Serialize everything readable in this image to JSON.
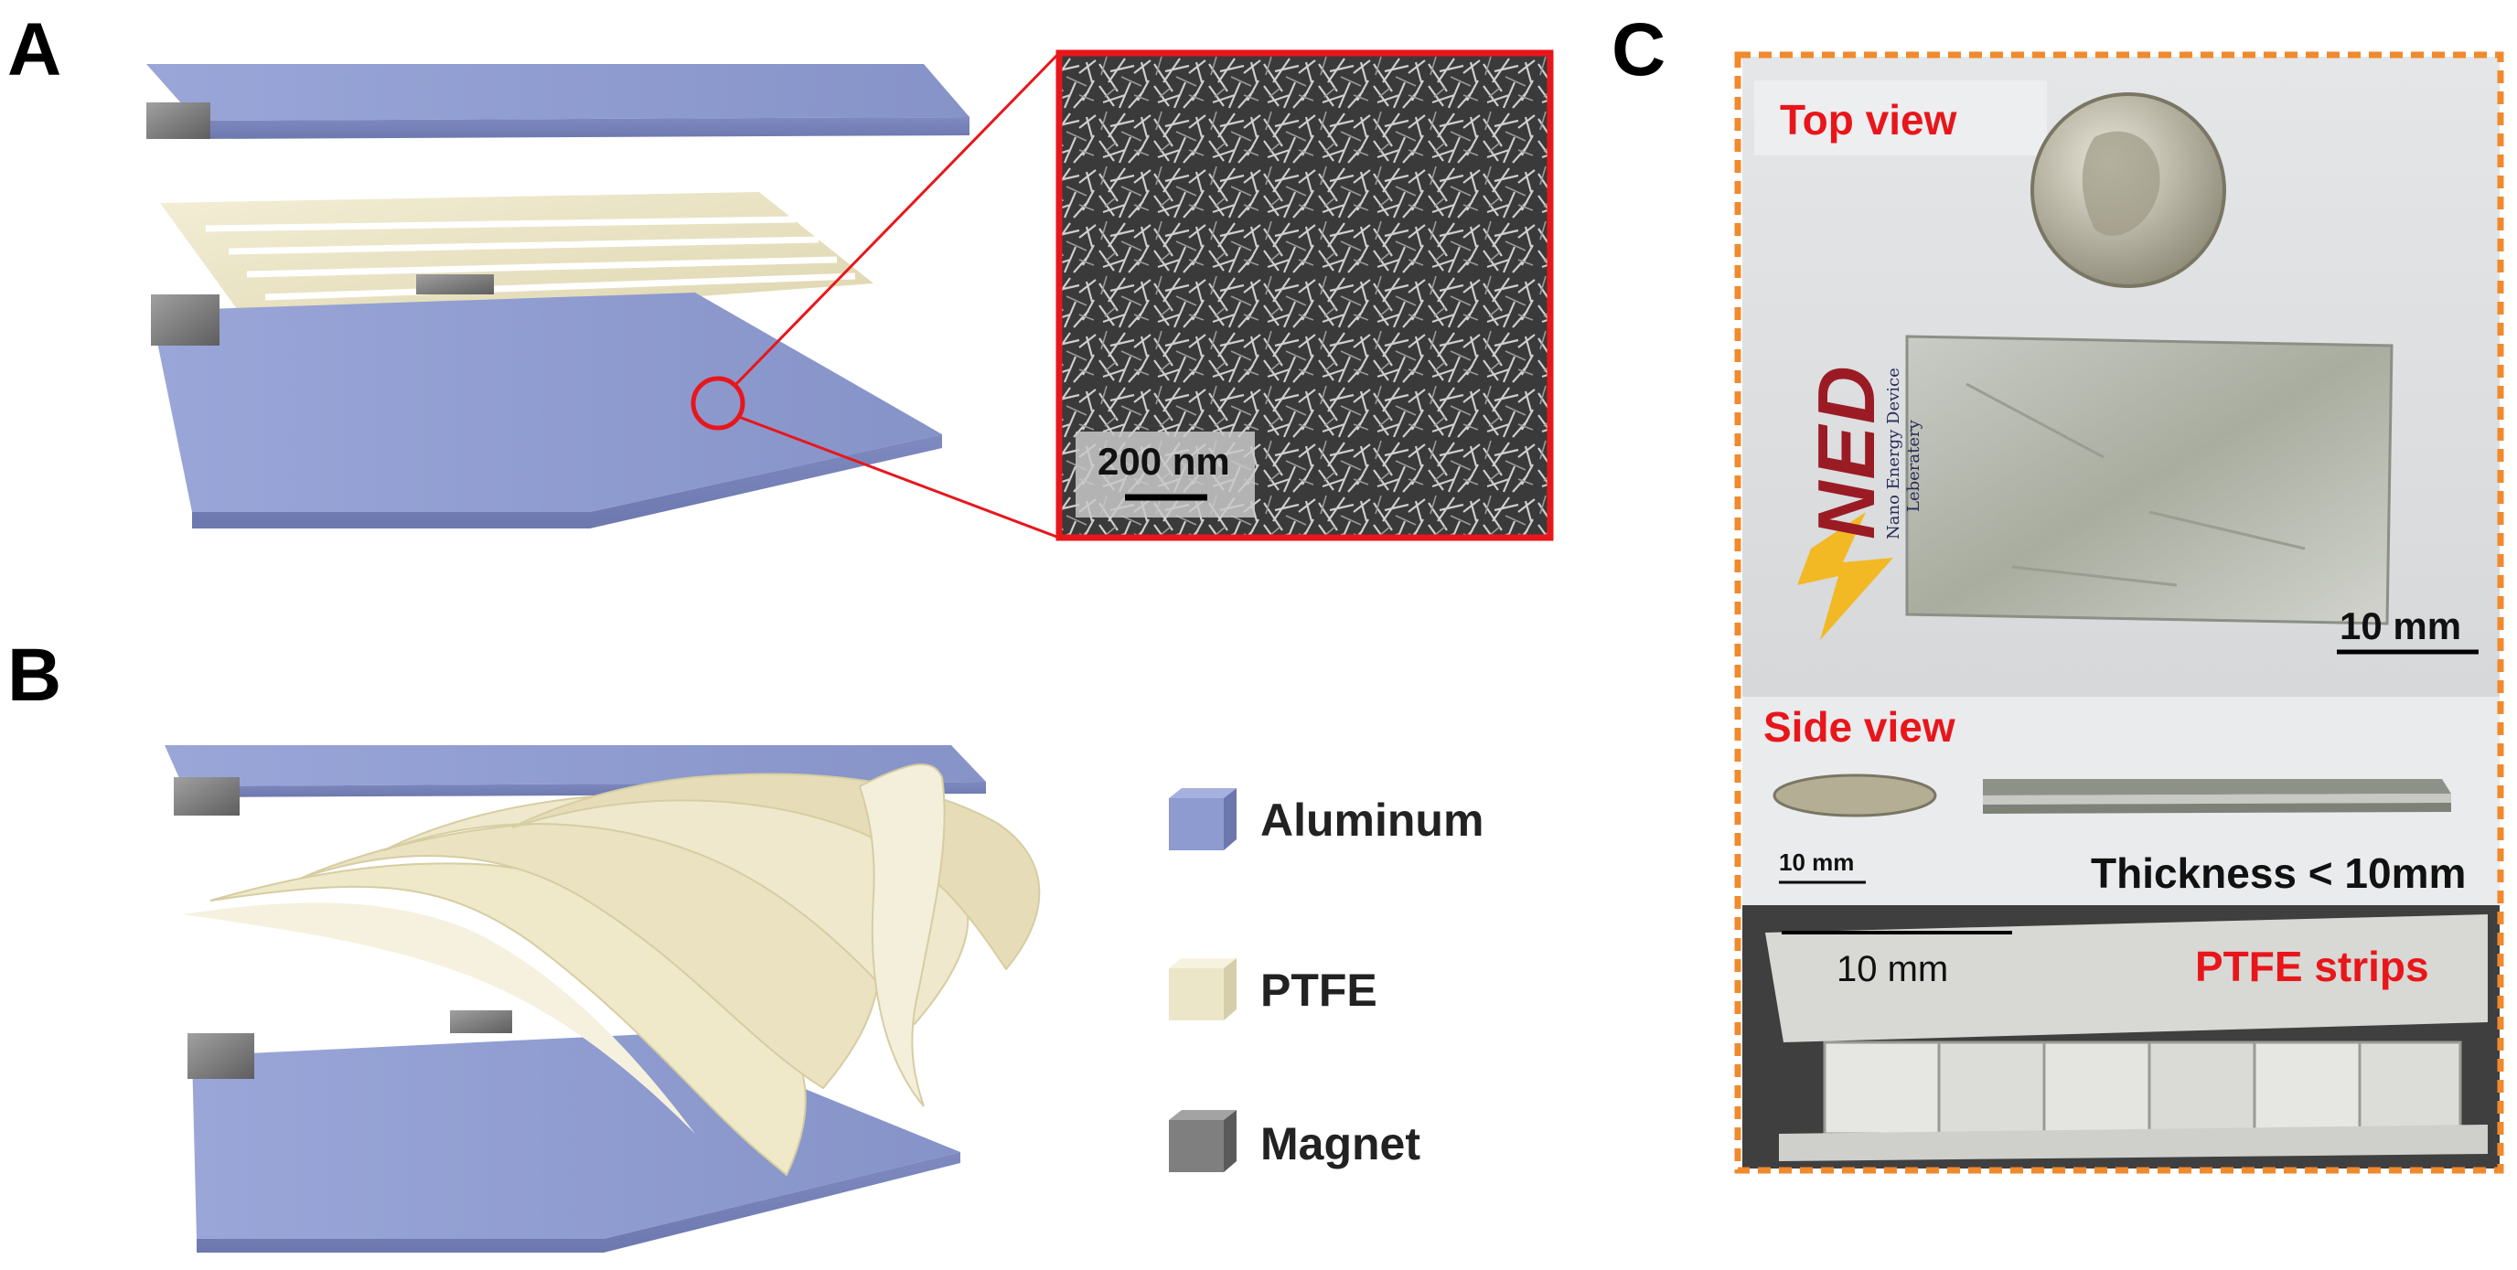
{
  "panels": {
    "a": "A",
    "b": "B",
    "c": "C"
  },
  "sem_scale": "200 nm",
  "legend": [
    {
      "label": "Aluminum",
      "color": "#8e9bd0"
    },
    {
      "label": "PTFE",
      "color": "#ece6c8"
    },
    {
      "label": "Magnet",
      "color": "#7f7f7f"
    }
  ],
  "photo": {
    "top_view": "Top view",
    "side_view": "Side view",
    "ptfe_strips": "PTFE strips",
    "scale_top": "10 mm",
    "scale_side": "10 mm",
    "thickness": "Thickness < 10mm",
    "scale_bottom": "10 mm",
    "logo_text": "NED",
    "logo_subtitle_1": "Nano Energy Device",
    "logo_subtitle_2": "Leberatery"
  },
  "colors": {
    "aluminum": "#8e9bd0",
    "ptfe": "#ece6c8",
    "magnet": "#7f7f7f",
    "accent_red": "#e8161b",
    "frame_orange": "#f08a2c"
  }
}
